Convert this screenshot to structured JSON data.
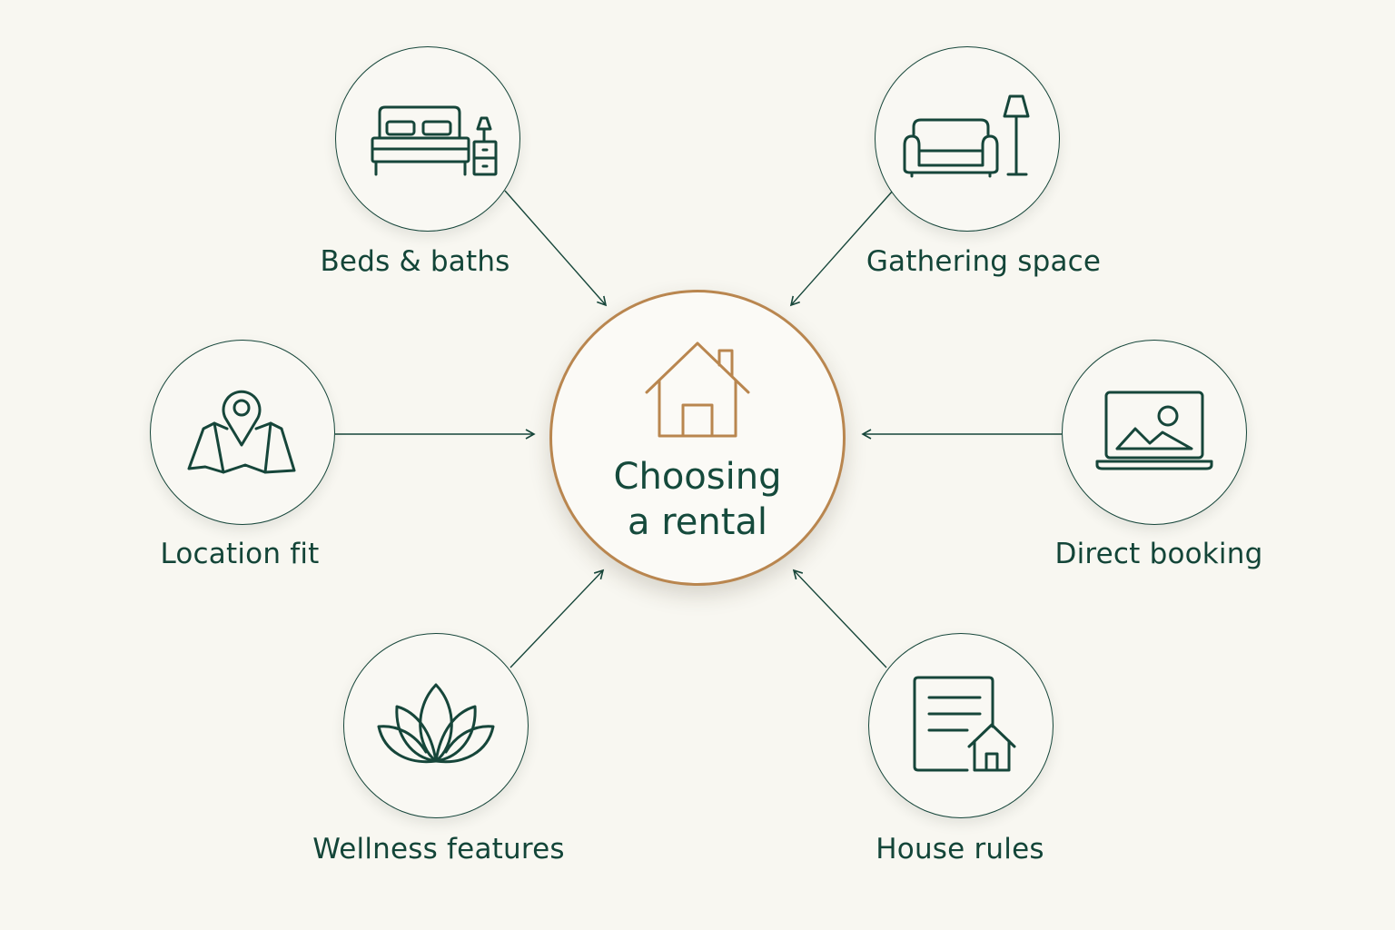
{
  "center": {
    "title_line1": "Choosing",
    "title_line2": "a rental",
    "icon": "house-icon",
    "accent_color": "#b9864f"
  },
  "factors": [
    {
      "id": "beds-baths",
      "label": "Beds & baths",
      "icon": "bed-icon"
    },
    {
      "id": "gathering-space",
      "label": "Gathering space",
      "icon": "sofa-lamp-icon"
    },
    {
      "id": "location-fit",
      "label": "Location fit",
      "icon": "map-pin-icon"
    },
    {
      "id": "direct-booking",
      "label": "Direct booking",
      "icon": "laptop-image-icon"
    },
    {
      "id": "wellness-features",
      "label": "Wellness features",
      "icon": "lotus-icon"
    },
    {
      "id": "house-rules",
      "label": "House rules",
      "icon": "document-house-icon"
    }
  ],
  "colors": {
    "background": "#f8f7f1",
    "ink": "#134538",
    "accent": "#b9864f"
  }
}
